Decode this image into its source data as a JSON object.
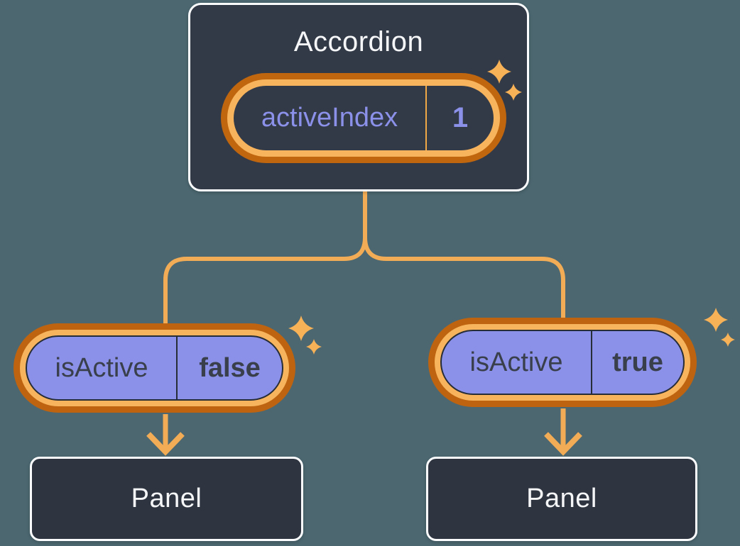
{
  "colors": {
    "background": "#4C6770",
    "node_fill": "#333A47",
    "node_border": "#FCFDFF",
    "node_text": "#F5F6F8",
    "pill_fill": "#8B90E9",
    "pill_text_dark": "#39404C",
    "state_text_purple": "#8B90E9",
    "ring_inner_orange": "#F8B45C",
    "ring_outer_orange": "#C0660F",
    "connector_orange": "#F2AC55",
    "sparkle_orange": "#F7B156"
  },
  "diagram": {
    "root": {
      "title": "Accordion",
      "state": {
        "name": "activeIndex",
        "value": "1"
      }
    },
    "children": [
      {
        "prop": {
          "name": "isActive",
          "value": "false"
        },
        "title": "Panel"
      },
      {
        "prop": {
          "name": "isActive",
          "value": "true"
        },
        "title": "Panel"
      }
    ]
  },
  "icons": {
    "sparkle": "sparkle-icon"
  }
}
